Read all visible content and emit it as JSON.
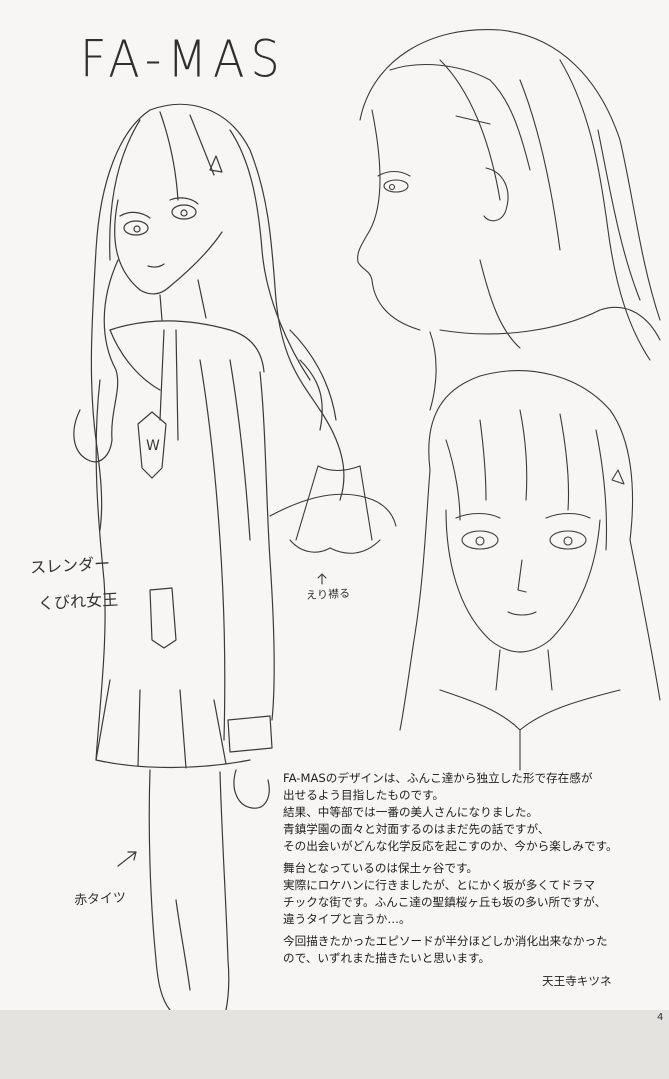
{
  "title": "FA-MAS",
  "annotations": {
    "slender": "スレンダー",
    "waist": "くびれ女王",
    "collar": "えり襟る",
    "tights": "赤タイツ"
  },
  "emblem_letter": "W",
  "notes": {
    "paragraphs": [
      "FA-MASのデザインは、ふんこ達から独立した形で存在感が\n出せるよう目指したものです。\n結果、中等部では一番の美人さんになりました。\n青鎮学園の面々と対面するのはまだ先の話ですが、\nその出会いがどんな化学反応を起こすのか、今から楽しみです。",
      "舞台となっているのは保土ヶ谷です。\n実際にロケハンに行きましたが、とにかく坂が多くてドラマ\nチックな街です。ふんこ達の聖鎮桜ヶ丘も坂の多い所ですが、\n違うタイプと言うか…。",
      "今回描きたかったエピソードが半分ほどしか消化出来なかった\nので、いずれまた描きたいと思います。"
    ],
    "author": "天王寺キツネ"
  },
  "page_number": "4",
  "colors": {
    "paper": "#f7f6f4",
    "ink": "#3a3a3a",
    "margin": "#e5e3e0"
  }
}
